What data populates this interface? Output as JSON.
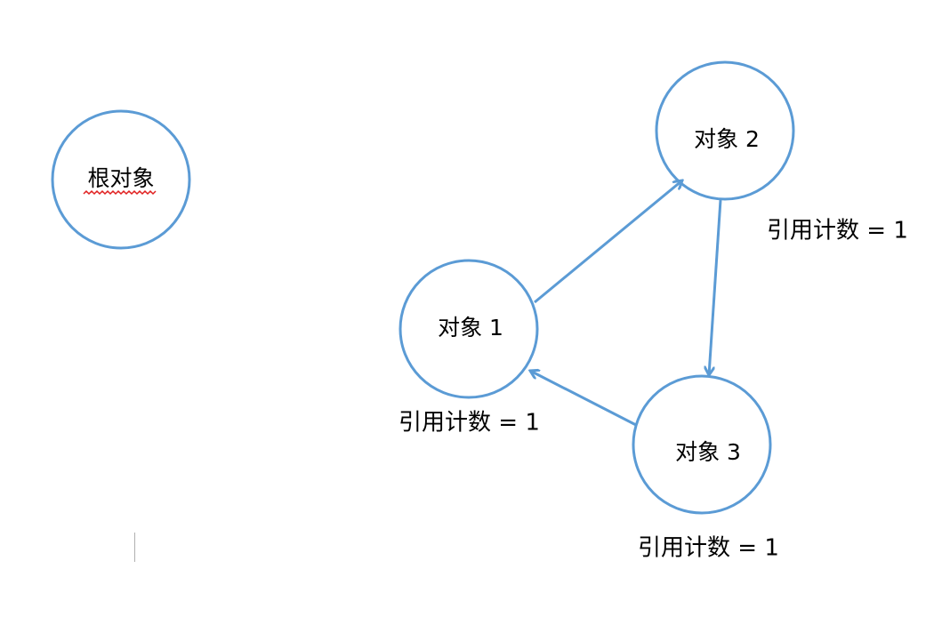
{
  "nodes": {
    "root": {
      "label": "根对象"
    },
    "obj1": {
      "label": "对象 1",
      "ref_count": "引用计数 = 1"
    },
    "obj2": {
      "label": "对象 2",
      "ref_count": "引用计数 = 1"
    },
    "obj3": {
      "label": "对象 3",
      "ref_count": "引用计数 = 1"
    }
  },
  "edges": [
    {
      "from": "obj1",
      "to": "obj2"
    },
    {
      "from": "obj2",
      "to": "obj3"
    },
    {
      "from": "obj3",
      "to": "obj1"
    }
  ],
  "colors": {
    "stroke": "#5b9bd5",
    "spellcheck": "#e02020"
  }
}
